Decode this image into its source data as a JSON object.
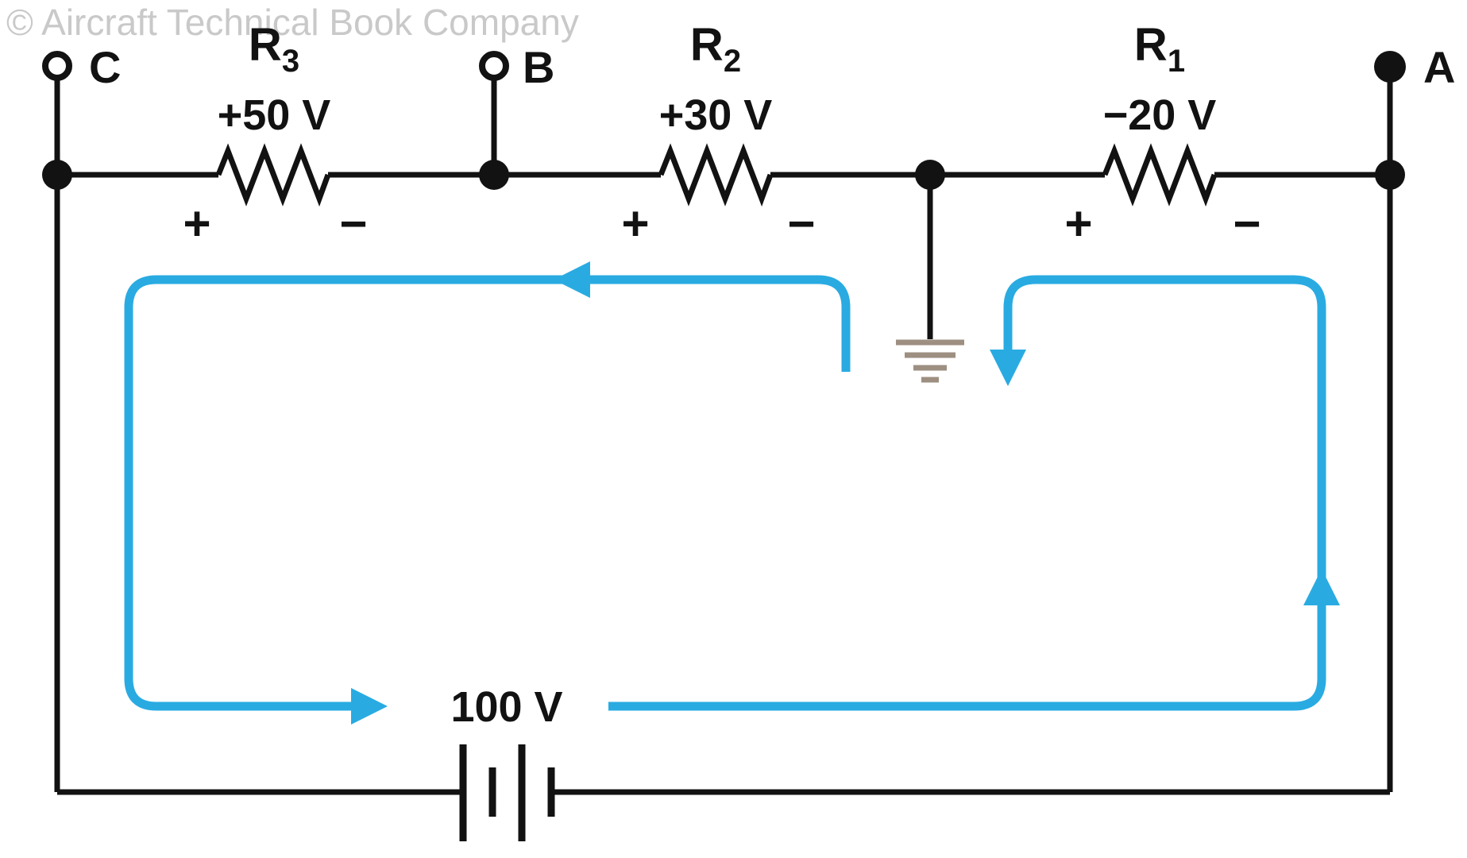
{
  "watermark": "© Aircraft Technical Book Company",
  "colors": {
    "wire": "#121212",
    "flow": "#29ABE2",
    "ground": "#9D8F81",
    "watermark": "#C9C9C9"
  },
  "terminals": {
    "a": {
      "label": "A"
    },
    "b": {
      "label": "B"
    },
    "c": {
      "label": "C"
    }
  },
  "resistors": {
    "r3": {
      "ref": "R",
      "sub": "3",
      "voltage": "+50 V",
      "left_polarity": "+",
      "right_polarity": "−"
    },
    "r2": {
      "ref": "R",
      "sub": "2",
      "voltage": "+30 V",
      "left_polarity": "+",
      "right_polarity": "−"
    },
    "r1": {
      "ref": "R",
      "sub": "1",
      "voltage": "−20 V",
      "left_polarity": "+",
      "right_polarity": "−"
    }
  },
  "battery": {
    "voltage": "100 V"
  }
}
